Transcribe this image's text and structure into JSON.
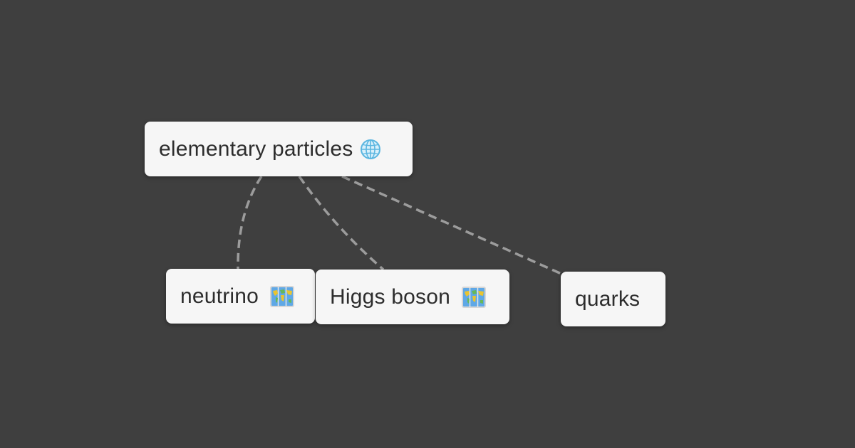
{
  "diagram": {
    "nodes": [
      {
        "id": "root",
        "label": "elementary particles",
        "icon": "globe-icon"
      },
      {
        "id": "neutrino",
        "label": "neutrino",
        "icon": "world-map-icon"
      },
      {
        "id": "higgs",
        "label": "Higgs boson",
        "icon": "world-map-icon"
      },
      {
        "id": "quarks",
        "label": "quarks",
        "icon": ""
      }
    ],
    "edges": [
      {
        "from": "root",
        "to": "neutrino",
        "style": "dashed"
      },
      {
        "from": "root",
        "to": "higgs",
        "style": "dashed"
      },
      {
        "from": "root",
        "to": "quarks",
        "style": "dashed"
      }
    ]
  },
  "colors": {
    "background": "#3f3f3f",
    "node": "#f6f6f6",
    "text": "#2d2d2d",
    "edge": "#9c9c9c"
  }
}
